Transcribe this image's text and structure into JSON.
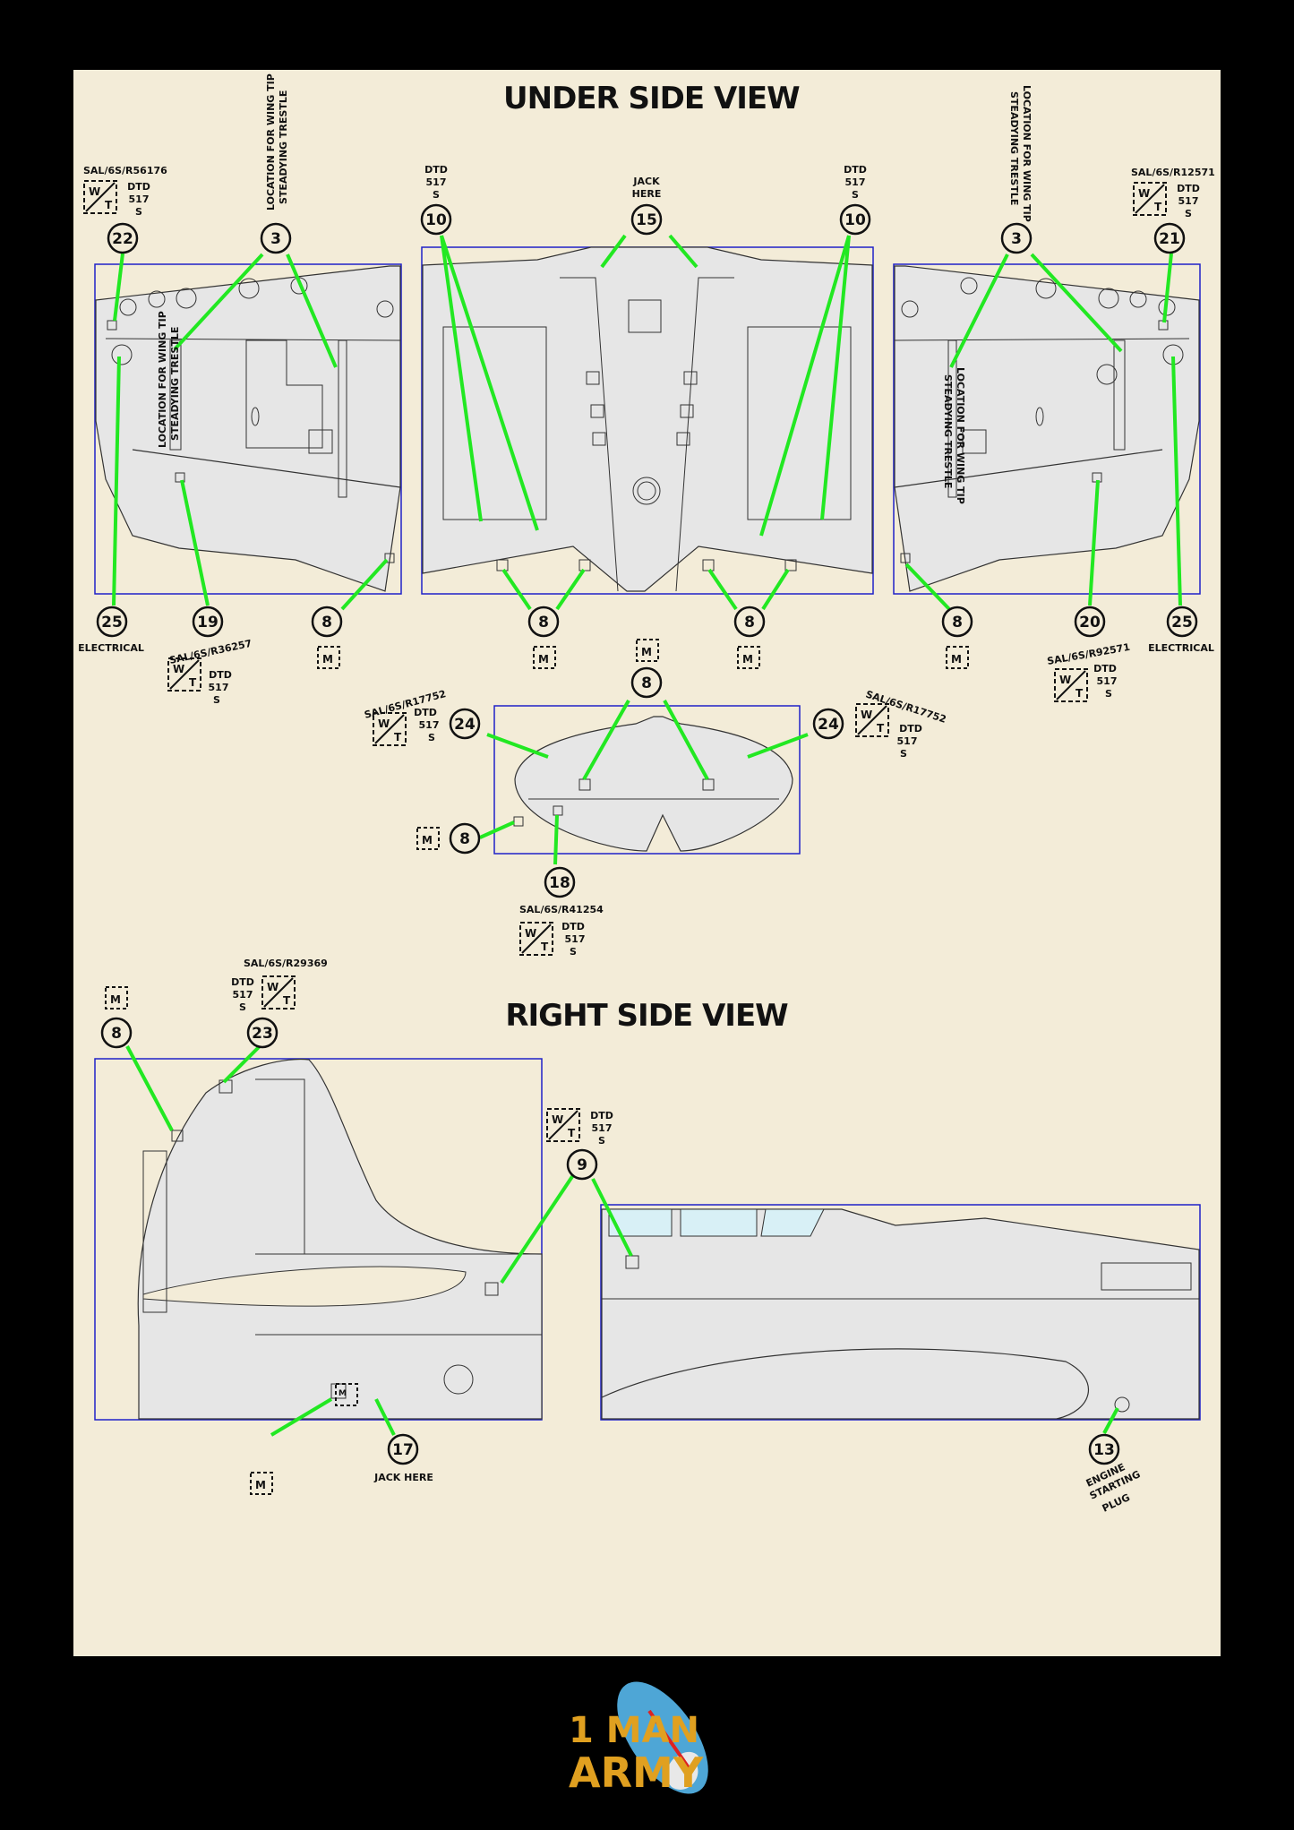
{
  "titles": {
    "underside": "UNDER SIDE VIEW",
    "right_side": "RIGHT SIDE VIEW"
  },
  "colors": {
    "background": "#000000",
    "sheet": "#f3ecd8",
    "leader": "#22e822",
    "frame": "#1f22c8",
    "airframe": "#e6e6e6"
  },
  "callouts": [
    {
      "id": "c22",
      "number": "22"
    },
    {
      "id": "c3l",
      "number": "3"
    },
    {
      "id": "c10l",
      "number": "10"
    },
    {
      "id": "c15",
      "number": "15"
    },
    {
      "id": "c10r",
      "number": "10"
    },
    {
      "id": "c3r",
      "number": "3"
    },
    {
      "id": "c21",
      "number": "21"
    },
    {
      "id": "c25l",
      "number": "25"
    },
    {
      "id": "c19",
      "number": "19"
    },
    {
      "id": "c8a",
      "number": "8"
    },
    {
      "id": "c8b",
      "number": "8"
    },
    {
      "id": "c8c",
      "number": "8"
    },
    {
      "id": "c8d",
      "number": "8"
    },
    {
      "id": "c20",
      "number": "20"
    },
    {
      "id": "c25r",
      "number": "25"
    },
    {
      "id": "c8tail",
      "number": "8"
    },
    {
      "id": "c24l",
      "number": "24"
    },
    {
      "id": "c24r",
      "number": "24"
    },
    {
      "id": "c8e",
      "number": "8"
    },
    {
      "id": "c18",
      "number": "18"
    },
    {
      "id": "c8f",
      "number": "8"
    },
    {
      "id": "c23",
      "number": "23"
    },
    {
      "id": "c9",
      "number": "9"
    },
    {
      "id": "c8g",
      "number": "8"
    },
    {
      "id": "c17",
      "number": "17"
    },
    {
      "id": "c13",
      "number": "13"
    }
  ],
  "labels": {
    "sal_r56176": "SAL/6S/R56176",
    "sal_r12571": "SAL/6S/R12571",
    "sal_r36257": "SAL/6S/R36257",
    "sal_r92571": "SAL/6S/R92571",
    "sal_r17752": "SAL/6S/R17752",
    "sal_r41254": "SAL/6S/R41254",
    "sal_r29369": "SAL/6S/R29369",
    "dtd": "DTD",
    "dtd_num": "517",
    "dtd_s": "S",
    "jack_here_1": "JACK",
    "jack_here_2": "HERE",
    "jack_here": "JACK HERE",
    "electrical": "ELECTRICAL",
    "wing_tip_1": "LOCATION FOR WING TIP",
    "wing_tip_2": "STEADYING TRESTLE",
    "engine_1": "ENGINE",
    "engine_2": "STARTING",
    "engine_3": "PLUG",
    "stencil_w": "W",
    "stencil_t": "T",
    "stencil_m": "M"
  },
  "logo": {
    "line1": "1 MAN",
    "line2": "ARMY"
  }
}
